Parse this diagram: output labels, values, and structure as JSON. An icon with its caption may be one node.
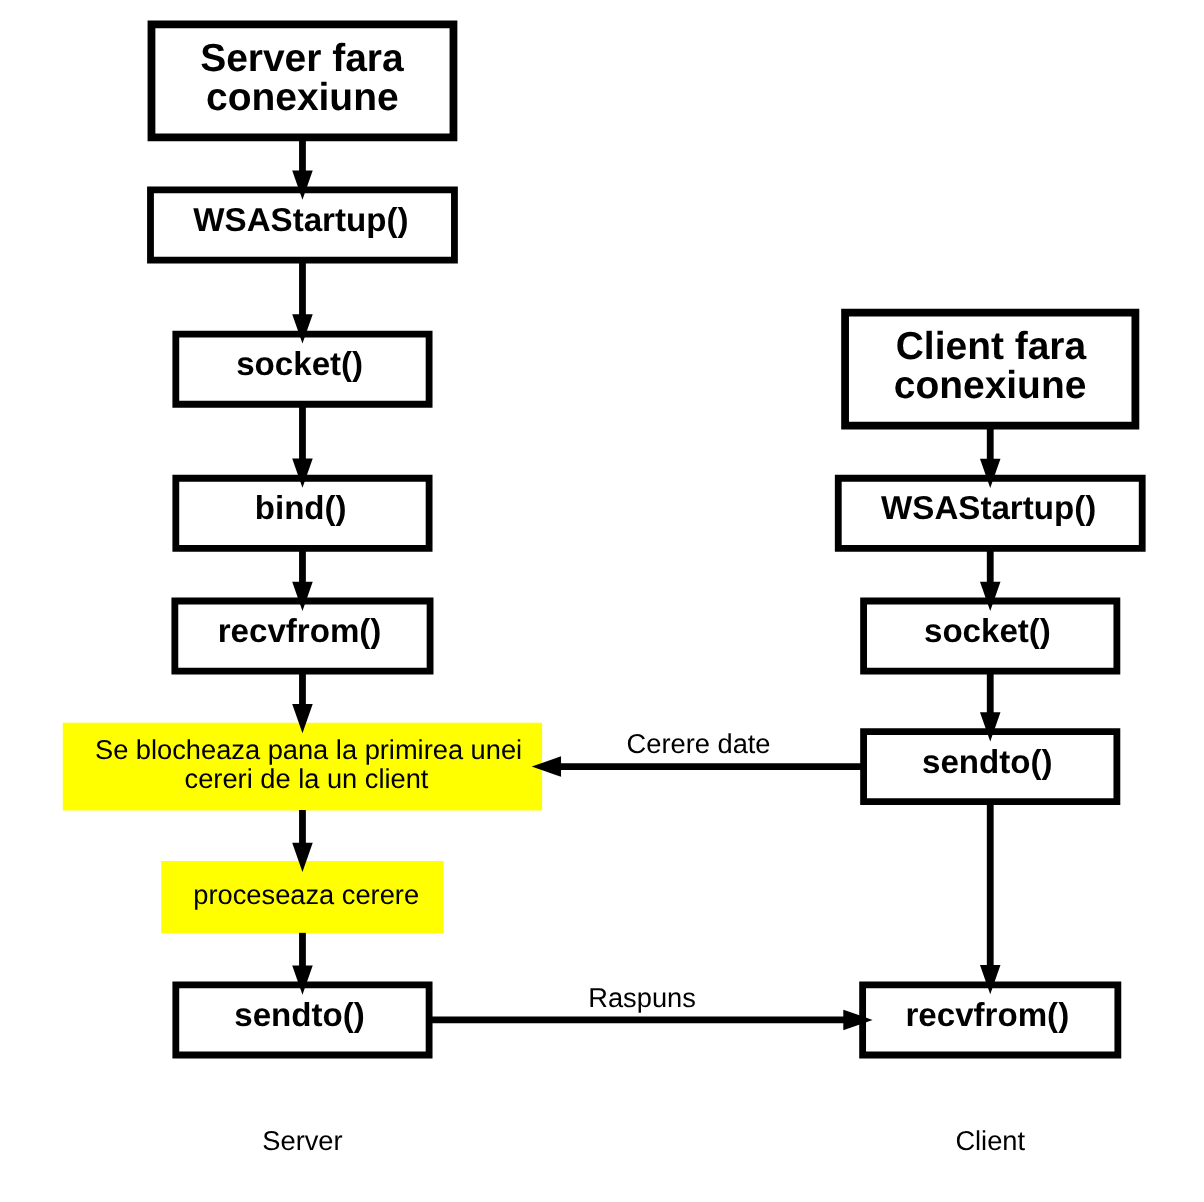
{
  "diagram": {
    "nodes": [
      {
        "text": [
          "Server fara conexiune"
        ]
      },
      {
        "text": [
          "WSAStartup()"
        ]
      },
      {
        "text": [
          "socket()"
        ]
      },
      {
        "text": [
          "bind()"
        ]
      },
      {
        "text": [
          "recvfrom()"
        ]
      },
      {
        "text": [
          "Se blocheaza pana la primirea unei cereri de la un client"
        ]
      },
      {
        "text": [
          "proceseaza cerere"
        ]
      },
      {
        "text": [
          "sendto()"
        ]
      },
      {
        "text": [
          "Client fara conexiune"
        ]
      },
      {
        "text": [
          "WSAStartup()"
        ]
      },
      {
        "text": [
          "socket()"
        ]
      },
      {
        "text": [
          "sendto()"
        ]
      },
      {
        "text": [
          "recvfrom()"
        ]
      }
    ],
    "edges": [
      {
        "from": 0,
        "to": 1,
        "arrow": "to"
      },
      {
        "from": 1,
        "to": 2,
        "arrow": "to"
      },
      {
        "from": 2,
        "to": 3,
        "arrow": "to"
      },
      {
        "from": 3,
        "to": 4,
        "arrow": "to"
      },
      {
        "from": 4,
        "to": 5,
        "arrow": "to"
      },
      {
        "from": 5,
        "to": 6,
        "arrow": "to"
      },
      {
        "from": 6,
        "to": 7,
        "arrow": "to"
      },
      {
        "from": 8,
        "to": 9,
        "arrow": "to"
      },
      {
        "from": 9,
        "to": 10,
        "arrow": "to"
      },
      {
        "from": 10,
        "to": 11,
        "arrow": "to"
      },
      {
        "from": 11,
        "to": 12,
        "arrow": "to"
      },
      {
        "from": 11,
        "to": 5,
        "arrow": "to",
        "label": "Cerere date"
      },
      {
        "from": 7,
        "to": 12,
        "arrow": "to",
        "label": "Raspuns"
      }
    ],
    "labels": [
      "Server",
      "Client"
    ]
  }
}
